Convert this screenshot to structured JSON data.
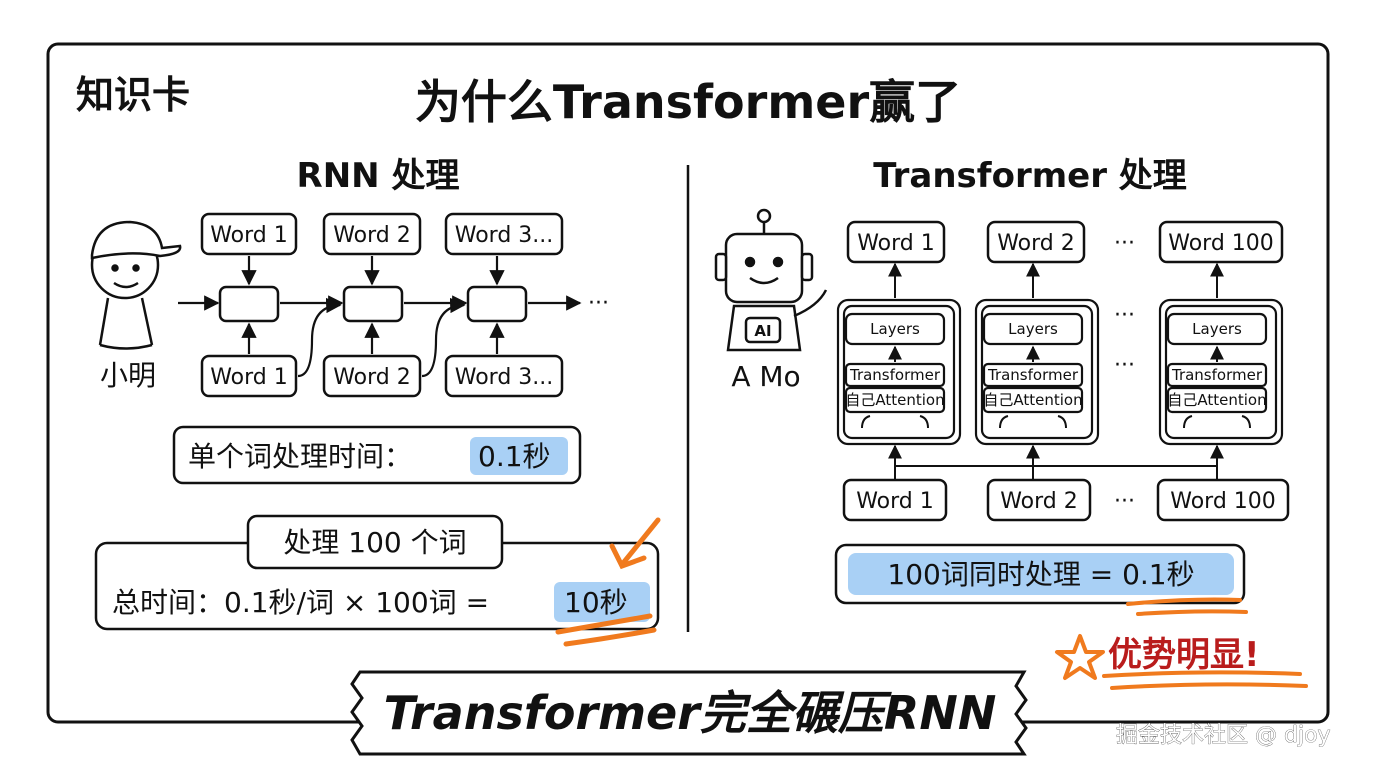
{
  "card_tag": "知识卡",
  "title": "为什么Transformer赢了",
  "left": {
    "heading": "RNN 处理",
    "person_label": "小明",
    "top_words": [
      "Word 1",
      "Word 2",
      "Word 3..."
    ],
    "bottom_words": [
      "Word 1",
      "Word 2",
      "Word 3..."
    ],
    "continuation": "···",
    "single_time_label": "单个词处理时间：",
    "single_time_value": "0.1秒",
    "group_tab": "处理 100 个词",
    "total_label": "总时间：0.1秒/词 × 100词 =",
    "total_value": "10秒"
  },
  "right": {
    "heading": "Transformer 处理",
    "robot_label": "A Mo",
    "robot_badge": "AI",
    "top_words": [
      "Word 1",
      "Word 2",
      "Word 100"
    ],
    "bottom_words": [
      "Word 1",
      "Word 2",
      "Word 100"
    ],
    "ellipsis": "···",
    "layers_label": "Layers",
    "transformer_label": "Transformer",
    "attention_label": "自己Attention",
    "result_text": "100词同时处理 = 0.1秒",
    "advantage": "优势明显!"
  },
  "banner": "Transformer完全碾压RNN",
  "watermark": "掘金技术社区 @ djoy",
  "colors": {
    "highlight": "#a9d0f5",
    "accent_orange": "#f07a1e",
    "ink": "#111111"
  }
}
